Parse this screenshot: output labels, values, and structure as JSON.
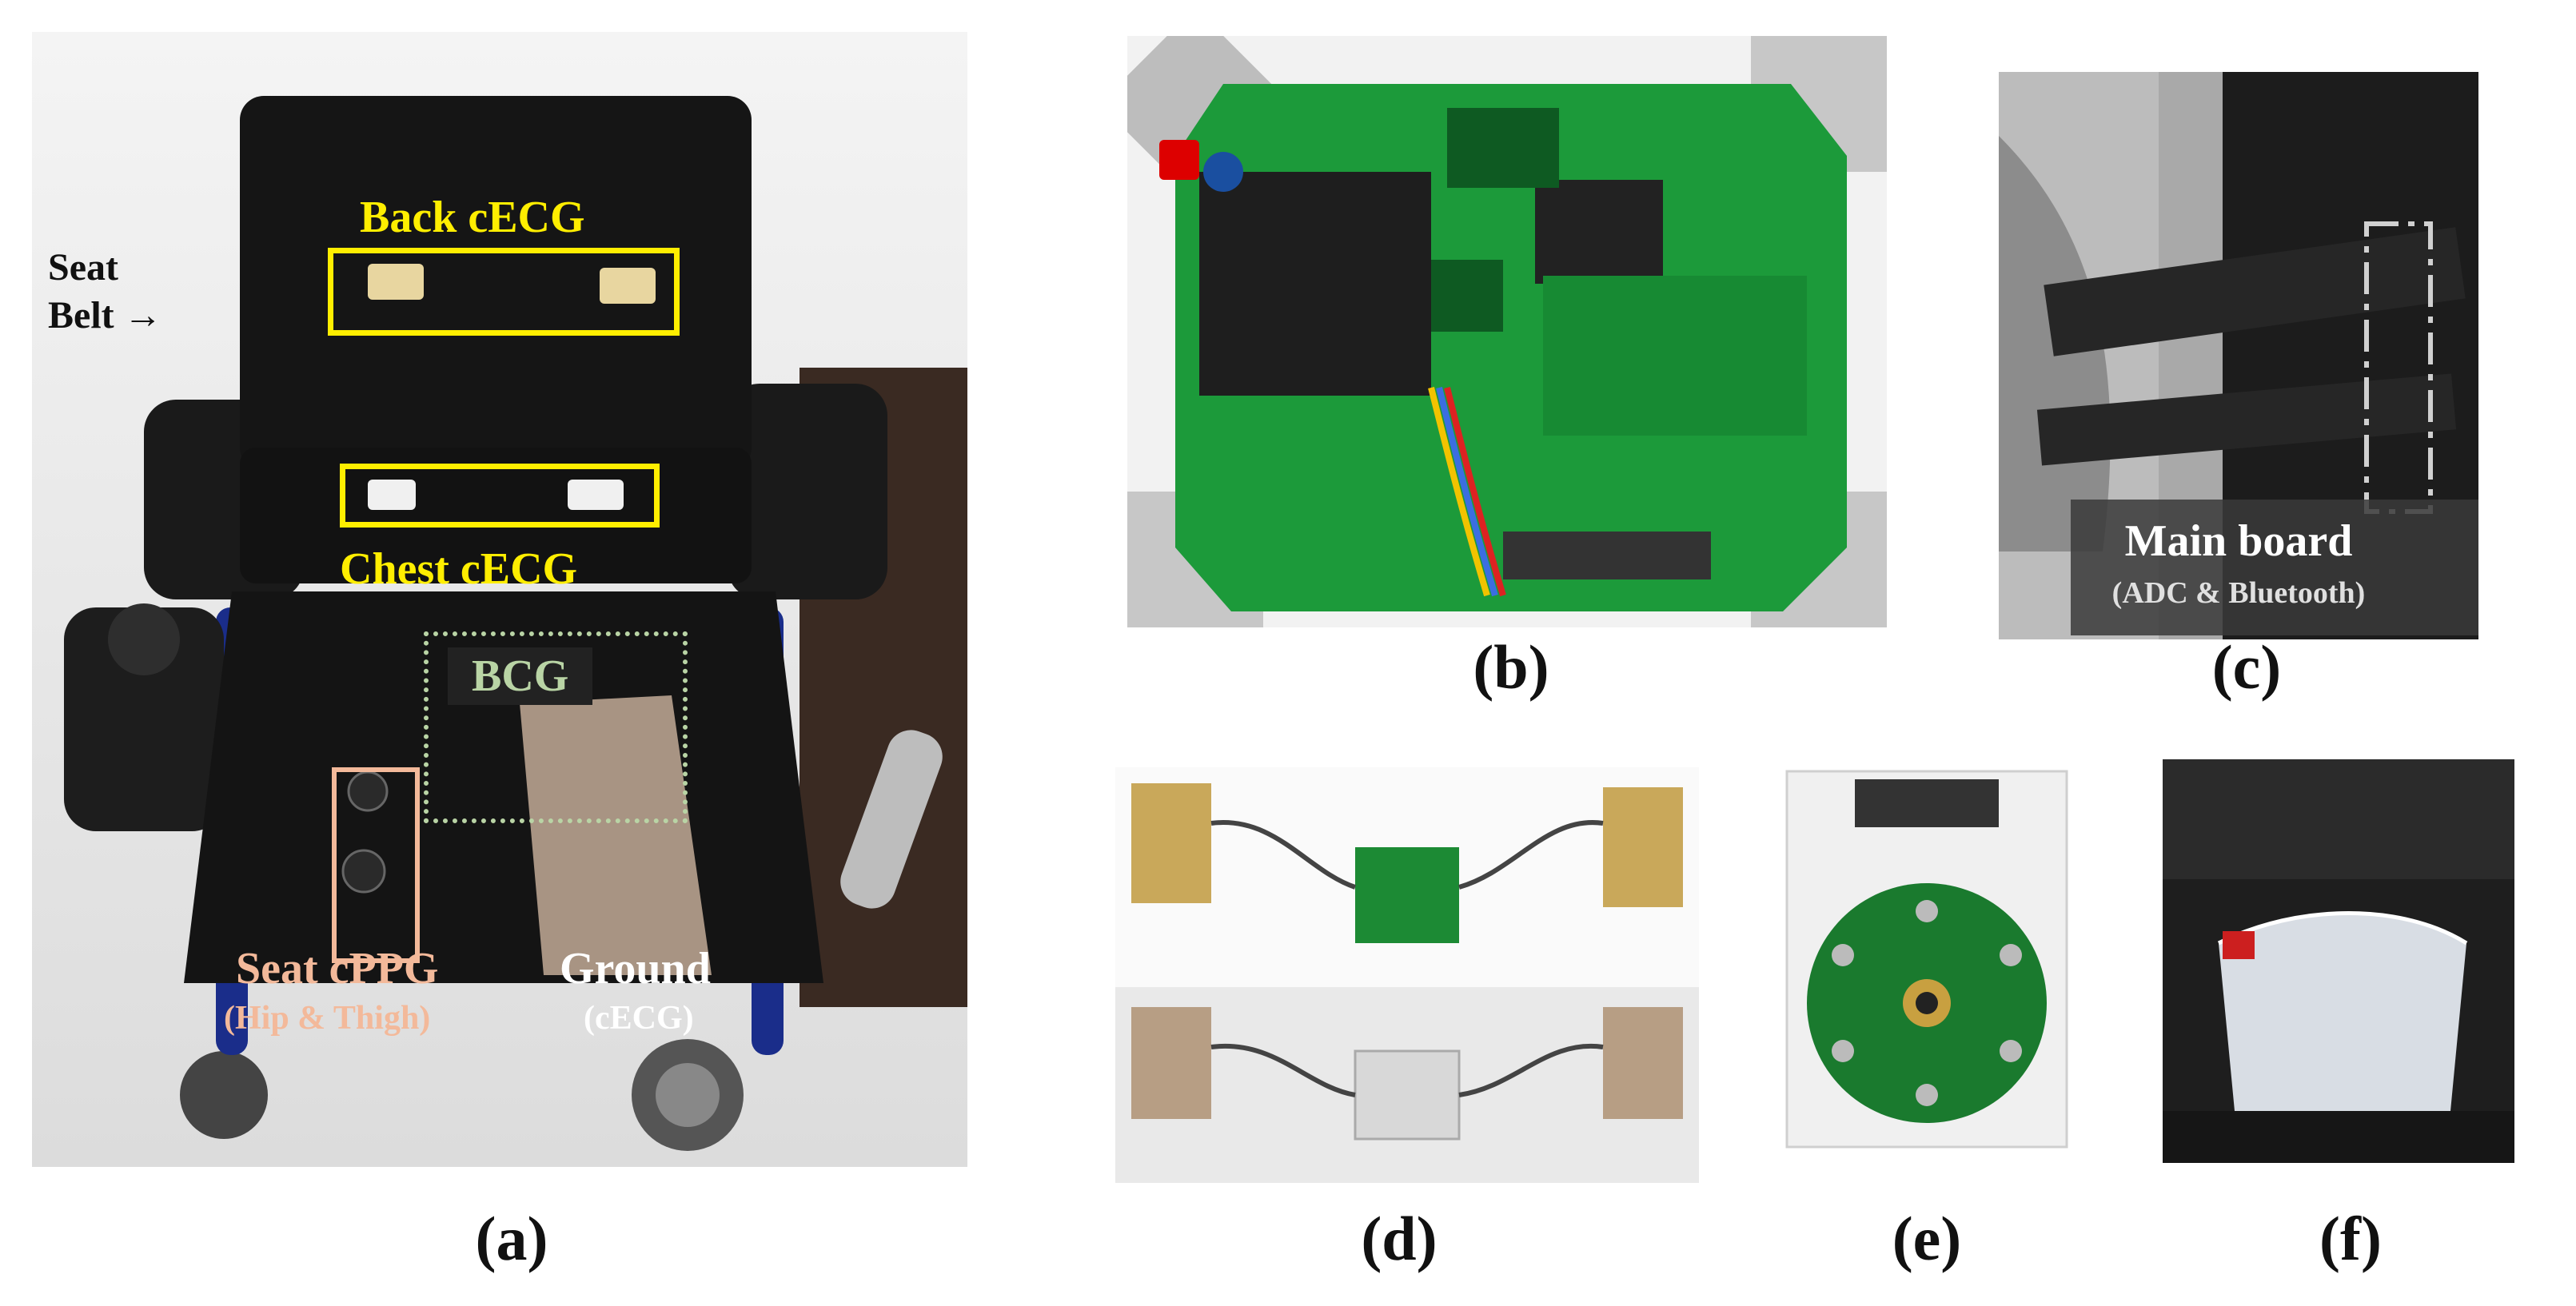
{
  "captions": {
    "a": "(a)",
    "b": "(b)",
    "c": "(c)",
    "d": "(d)",
    "e": "(e)",
    "f": "(f)"
  },
  "panel_a": {
    "seat_belt_line1": "Seat",
    "seat_belt_line2": "Belt",
    "arrow": "→",
    "back_cecg": "Back cECG",
    "chest_cecg": "Chest cECG",
    "bcg": "BCG",
    "seat_cppg": "Seat cPPG",
    "seat_cppg_sub": "(Hip & Thigh)",
    "ground": "Ground",
    "ground_sub": "(cECG)",
    "colors": {
      "cecg_box": "#ffee00",
      "bcg_box": "#b9d4a5",
      "cppg_box": "#f3b99a"
    }
  },
  "panel_c": {
    "main_board": "Main board",
    "main_board_sub": "(ADC & Bluetooth)"
  }
}
